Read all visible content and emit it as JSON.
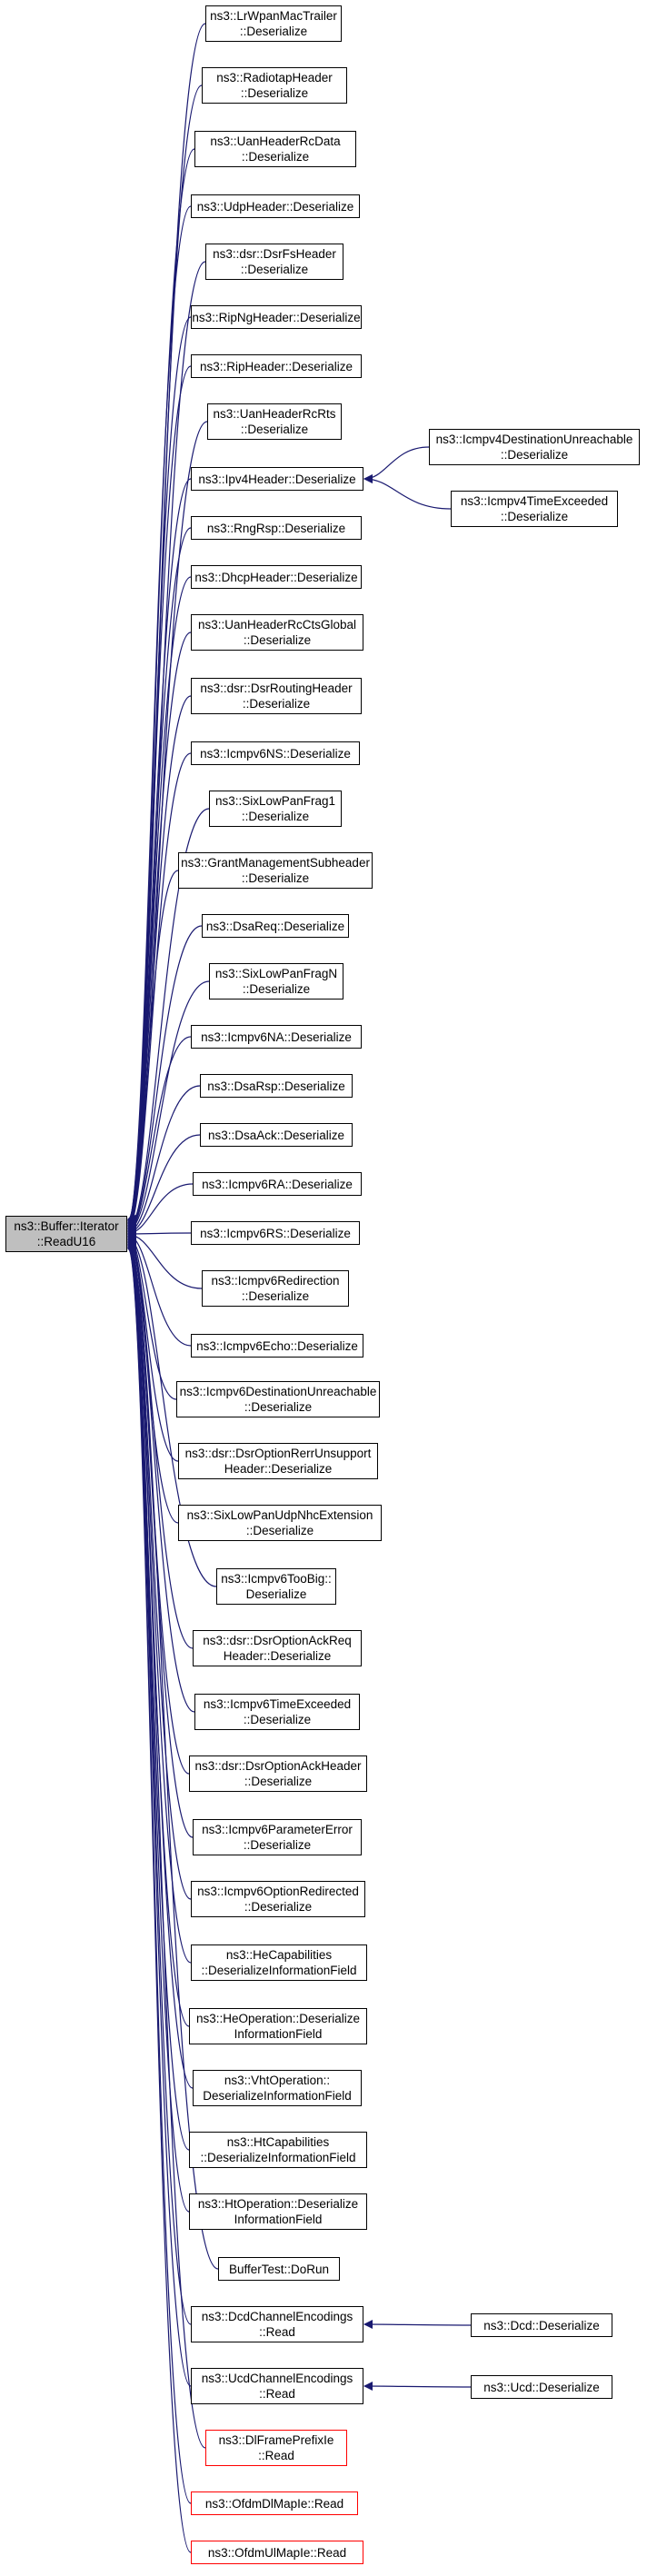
{
  "colors": {
    "edge": "#191970",
    "border": "#000000",
    "root_fill": "#bfbfbf",
    "missing_border": "#ff0000"
  },
  "root": {
    "text": "ns3::Buffer::Iterator\n::ReadU16"
  },
  "callers": [
    {
      "id": "c0",
      "text": "ns3::LrWpanMacTrailer\n::Deserialize"
    },
    {
      "id": "c1",
      "text": "ns3::RadiotapHeader\n::Deserialize"
    },
    {
      "id": "c2",
      "text": "ns3::UanHeaderRcData\n::Deserialize"
    },
    {
      "id": "c3",
      "text": "ns3::UdpHeader::Deserialize"
    },
    {
      "id": "c4",
      "text": "ns3::dsr::DsrFsHeader\n::Deserialize"
    },
    {
      "id": "c5",
      "text": "ns3::RipNgHeader::Deserialize"
    },
    {
      "id": "c6",
      "text": "ns3::RipHeader::Deserialize"
    },
    {
      "id": "c7",
      "text": "ns3::UanHeaderRcRts\n::Deserialize"
    },
    {
      "id": "c8",
      "text": "ns3::Ipv4Header::Deserialize"
    },
    {
      "id": "c9",
      "text": "ns3::RngRsp::Deserialize"
    },
    {
      "id": "c10",
      "text": "ns3::DhcpHeader::Deserialize"
    },
    {
      "id": "c11",
      "text": "ns3::UanHeaderRcCtsGlobal\n::Deserialize"
    },
    {
      "id": "c12",
      "text": "ns3::dsr::DsrRoutingHeader\n::Deserialize"
    },
    {
      "id": "c13",
      "text": "ns3::Icmpv6NS::Deserialize"
    },
    {
      "id": "c14",
      "text": "ns3::SixLowPanFrag1\n::Deserialize"
    },
    {
      "id": "c15",
      "text": "ns3::GrantManagementSubheader\n::Deserialize"
    },
    {
      "id": "c16",
      "text": "ns3::DsaReq::Deserialize"
    },
    {
      "id": "c17",
      "text": "ns3::SixLowPanFragN\n::Deserialize"
    },
    {
      "id": "c18",
      "text": "ns3::Icmpv6NA::Deserialize"
    },
    {
      "id": "c19",
      "text": "ns3::DsaRsp::Deserialize"
    },
    {
      "id": "c20",
      "text": "ns3::DsaAck::Deserialize"
    },
    {
      "id": "c21",
      "text": "ns3::Icmpv6RA::Deserialize"
    },
    {
      "id": "c22",
      "text": "ns3::Icmpv6RS::Deserialize"
    },
    {
      "id": "c23",
      "text": "ns3::Icmpv6Redirection\n::Deserialize"
    },
    {
      "id": "c24",
      "text": "ns3::Icmpv6Echo::Deserialize"
    },
    {
      "id": "c25",
      "text": "ns3::Icmpv6DestinationUnreachable\n::Deserialize"
    },
    {
      "id": "c26",
      "text": "ns3::dsr::DsrOptionRerrUnsupport\nHeader::Deserialize"
    },
    {
      "id": "c27",
      "text": "ns3::SixLowPanUdpNhcExtension\n::Deserialize"
    },
    {
      "id": "c28",
      "text": "ns3::Icmpv6TooBig::\nDeserialize"
    },
    {
      "id": "c29",
      "text": "ns3::dsr::DsrOptionAckReq\nHeader::Deserialize"
    },
    {
      "id": "c30",
      "text": "ns3::Icmpv6TimeExceeded\n::Deserialize"
    },
    {
      "id": "c31",
      "text": "ns3::dsr::DsrOptionAckHeader\n::Deserialize"
    },
    {
      "id": "c32",
      "text": "ns3::Icmpv6ParameterError\n::Deserialize"
    },
    {
      "id": "c33",
      "text": "ns3::Icmpv6OptionRedirected\n::Deserialize"
    },
    {
      "id": "c34",
      "text": "ns3::HeCapabilities\n::DeserializeInformationField"
    },
    {
      "id": "c35",
      "text": "ns3::HeOperation::Deserialize\nInformationField"
    },
    {
      "id": "c36",
      "text": "ns3::VhtOperation::\nDeserializeInformationField"
    },
    {
      "id": "c37",
      "text": "ns3::HtCapabilities\n::DeserializeInformationField"
    },
    {
      "id": "c38",
      "text": "ns3::HtOperation::Deserialize\nInformationField"
    },
    {
      "id": "c39",
      "text": "BufferTest::DoRun"
    },
    {
      "id": "c40",
      "text": "ns3::DcdChannelEncodings\n::Read"
    },
    {
      "id": "c41",
      "text": "ns3::UcdChannelEncodings\n::Read"
    },
    {
      "id": "c42",
      "text": "ns3::DlFramePrefixIe\n::Read"
    },
    {
      "id": "c43",
      "text": "ns3::OfdmDlMapIe::Read"
    },
    {
      "id": "c44",
      "text": "ns3::OfdmUlMapIe::Read"
    }
  ],
  "second_level": [
    {
      "id": "s0",
      "text": "ns3::Icmpv4DestinationUnreachable\n::Deserialize",
      "parent": "c8"
    },
    {
      "id": "s1",
      "text": "ns3::Icmpv4TimeExceeded\n::Deserialize",
      "parent": "c8"
    },
    {
      "id": "s2",
      "text": "ns3::Dcd::Deserialize",
      "parent": "c40"
    },
    {
      "id": "s3",
      "text": "ns3::Ucd::Deserialize",
      "parent": "c41"
    }
  ]
}
